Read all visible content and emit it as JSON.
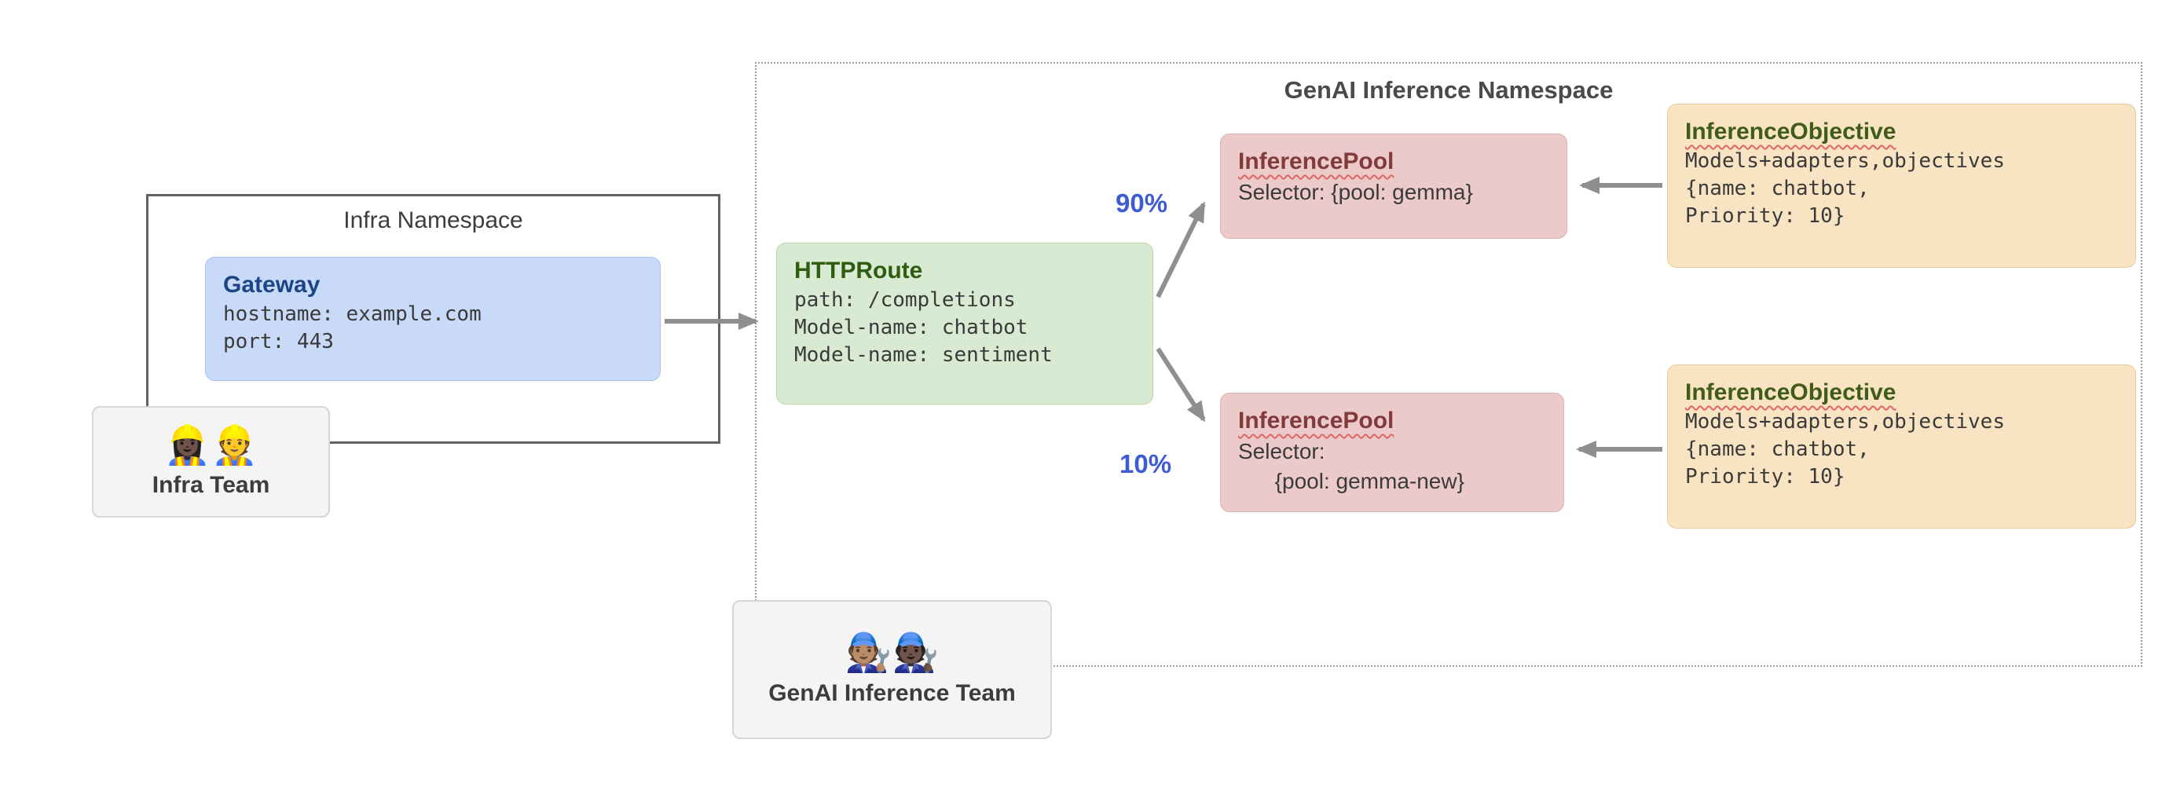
{
  "colors": {
    "gateway_fill": "#c9daf8",
    "gateway_title": "#1c4587",
    "route_fill": "#d9ead3",
    "route_title": "#2e5d12",
    "pool_fill": "#eccaca",
    "pool_title": "#823a3a",
    "objective_fill": "#f8e3c2",
    "objective_title": "#3f5c1a",
    "arrow": "#8f8f8f",
    "weight_blue": "#3d5bd3",
    "squiggle": "#e06666"
  },
  "infra_namespace": {
    "title": "Infra Namespace",
    "gateway": {
      "title": "Gateway",
      "lines": [
        "hostname: example.com",
        "port: 443"
      ]
    }
  },
  "infra_team": {
    "icon": "👷🏿‍♀️👷",
    "label": "Infra Team"
  },
  "genai_namespace": {
    "title": "GenAI Inference Namespace",
    "httproute": {
      "title": "HTTPRoute",
      "lines": [
        "path: /completions",
        "Model-name: chatbot",
        "Model-name: sentiment"
      ]
    },
    "pool_top": {
      "title": "InferencePool",
      "lines": [
        "Selector: {pool: gemma}"
      ]
    },
    "pool_bottom": {
      "title": "InferencePool",
      "lines": [
        "Selector:",
        "      {pool: gemma-new}"
      ]
    },
    "objective_top": {
      "title": "InferenceObjective",
      "lines": [
        "Models+adapters,objectives",
        "{name: chatbot,",
        "Priority: 10}"
      ]
    },
    "objective_bottom": {
      "title": "InferenceObjective",
      "lines": [
        "Models+adapters,objectives",
        "{name: chatbot,",
        "Priority: 10}"
      ]
    },
    "weight_top": "90%",
    "weight_bottom": "10%"
  },
  "genai_team": {
    "icon": "🧑🏽‍🔧🧑🏿‍🔧",
    "label": "GenAI Inference Team"
  }
}
